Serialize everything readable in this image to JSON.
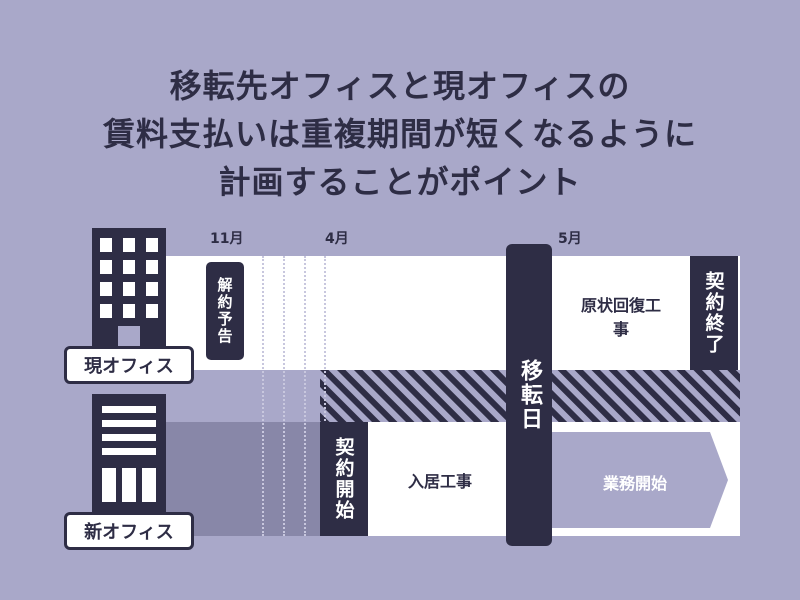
{
  "title": {
    "line1": "移転先オフィスと現オフィスの",
    "line2": "賃料支払いは重複期間が短くなるように",
    "line3": "計画することがポイント"
  },
  "months": {
    "m11": "11月",
    "m4": "4月",
    "m5": "5月"
  },
  "current_office": {
    "label": "現オフィス",
    "notice": "解約予告",
    "restoration": "原状回復工事",
    "contract_end": "契約終了"
  },
  "new_office": {
    "label": "新オフィス",
    "contract_start": "契約開始",
    "interior_work": "入居工事",
    "operations_start": "業務開始"
  },
  "move_day": "移転日",
  "colors": {
    "background": "#a9a8c9",
    "dark": "#2e2d45",
    "light": "#ffffff",
    "mid": "#8887a8"
  },
  "icons": [
    "building-icon-current",
    "building-icon-new"
  ]
}
